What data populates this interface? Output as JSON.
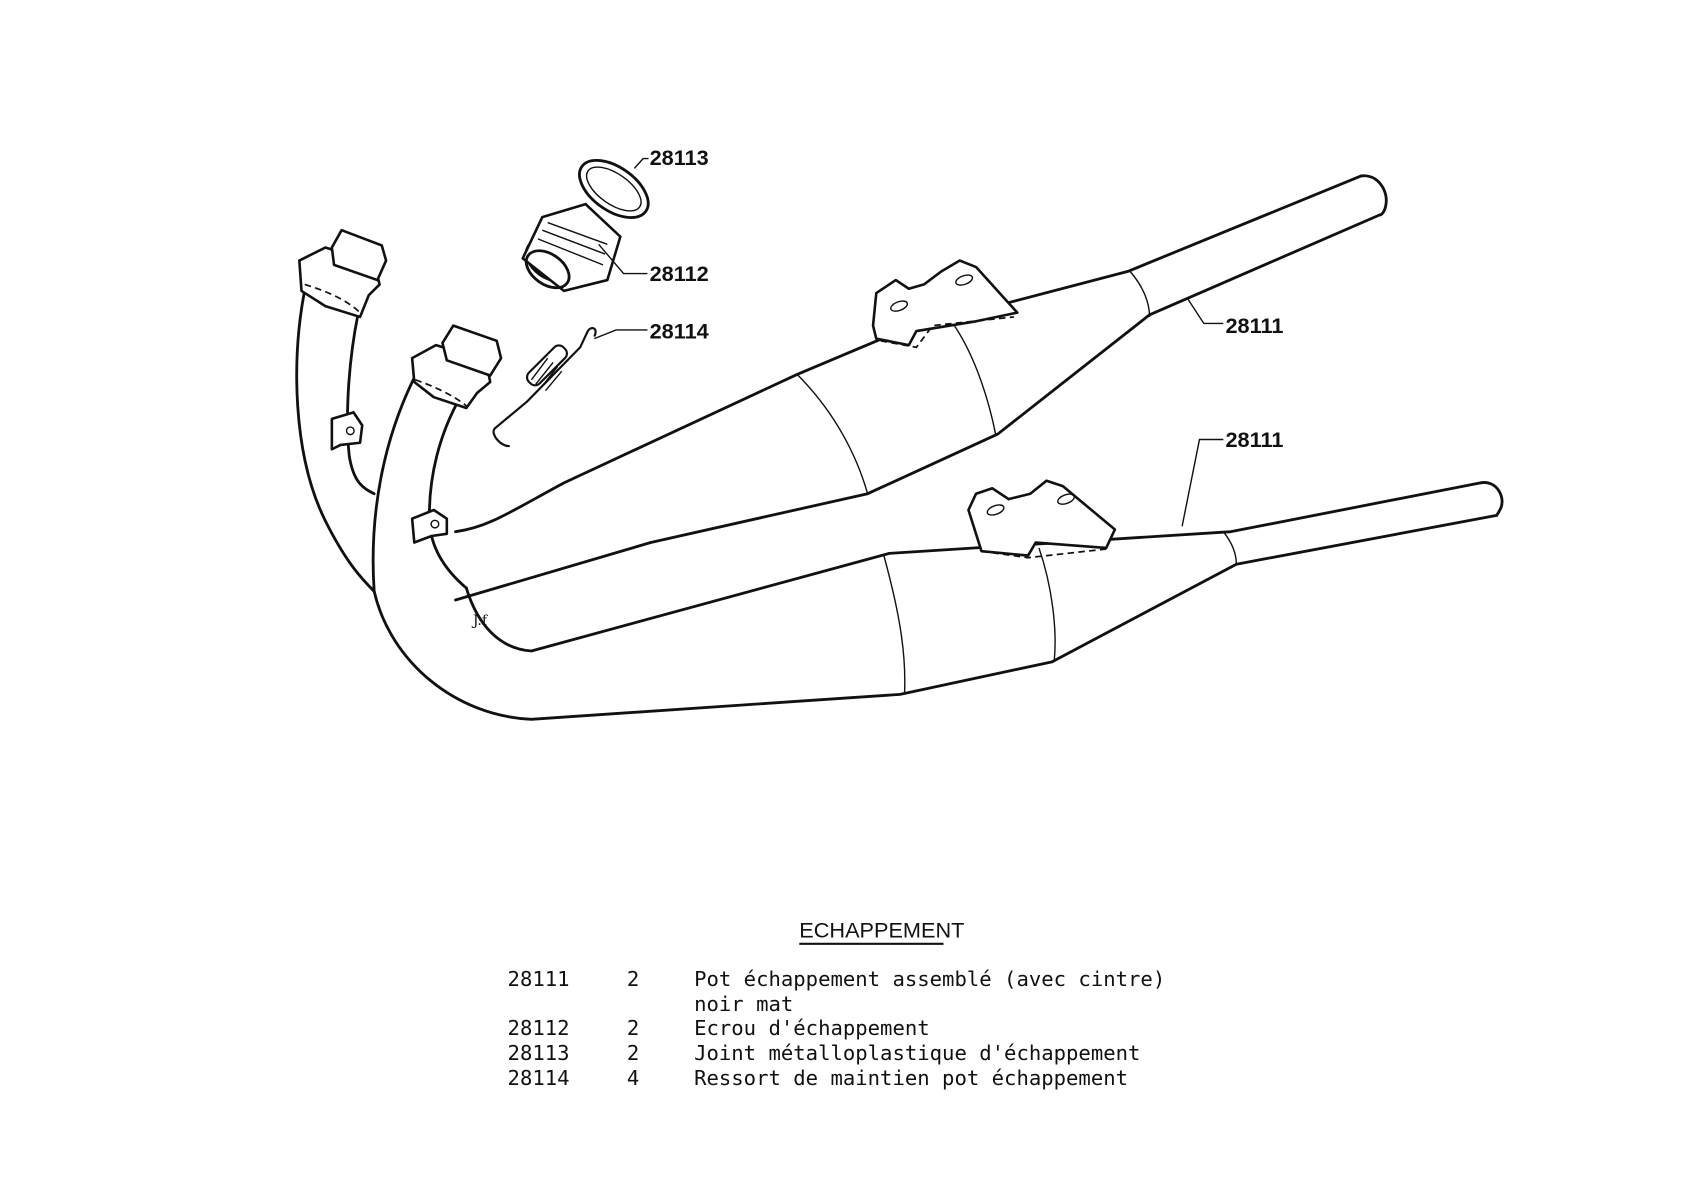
{
  "diagram": {
    "callouts": {
      "joint": "28113",
      "ecrou": "28112",
      "ressort": "28114",
      "pot_upper": "28111",
      "pot_lower": "28111"
    },
    "signature": "J.f"
  },
  "parts_list": {
    "title": "ECHAPPEMENT",
    "rows": [
      {
        "ref": "28111",
        "qty": "2",
        "desc": "Pot échappement assemblé (avec cintre)",
        "desc2": "noir mat"
      },
      {
        "ref": "28112",
        "qty": "2",
        "desc": "Ecrou d'échappement"
      },
      {
        "ref": "28113",
        "qty": "2",
        "desc": "Joint métalloplastique d'échappement"
      },
      {
        "ref": "28114",
        "qty": "4",
        "desc": "Ressort de maintien pot échappement"
      }
    ]
  }
}
